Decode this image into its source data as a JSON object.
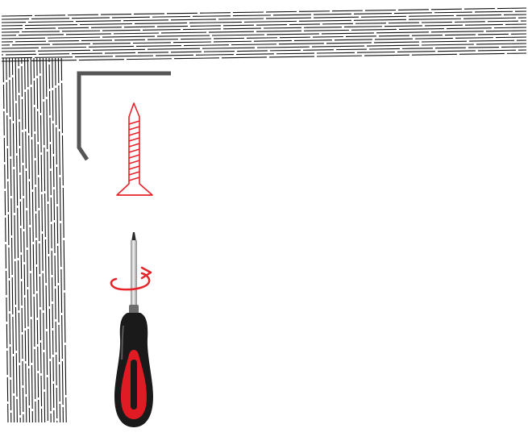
{
  "figure": {
    "components": [
      {
        "id": "ceiling",
        "icon": "hatched-surface-icon"
      },
      {
        "id": "wall",
        "icon": "hatched-surface-icon"
      },
      {
        "id": "bracket",
        "icon": "l-bracket-icon"
      },
      {
        "id": "screw",
        "icon": "screw-icon"
      },
      {
        "id": "screwdriver",
        "icon": "phillips-screwdriver-icon"
      },
      {
        "id": "rotation",
        "icon": "rotate-clockwise-arrow-icon"
      }
    ],
    "colors": {
      "hatch": "#111111",
      "bracket": "#555555",
      "screw": "#e8232a",
      "rotation_arrow": "#e8232a",
      "handle_black": "#1a1a1a",
      "handle_red": "#e01b24",
      "shaft": "#b5b5b5",
      "background": "#ffffff"
    }
  }
}
